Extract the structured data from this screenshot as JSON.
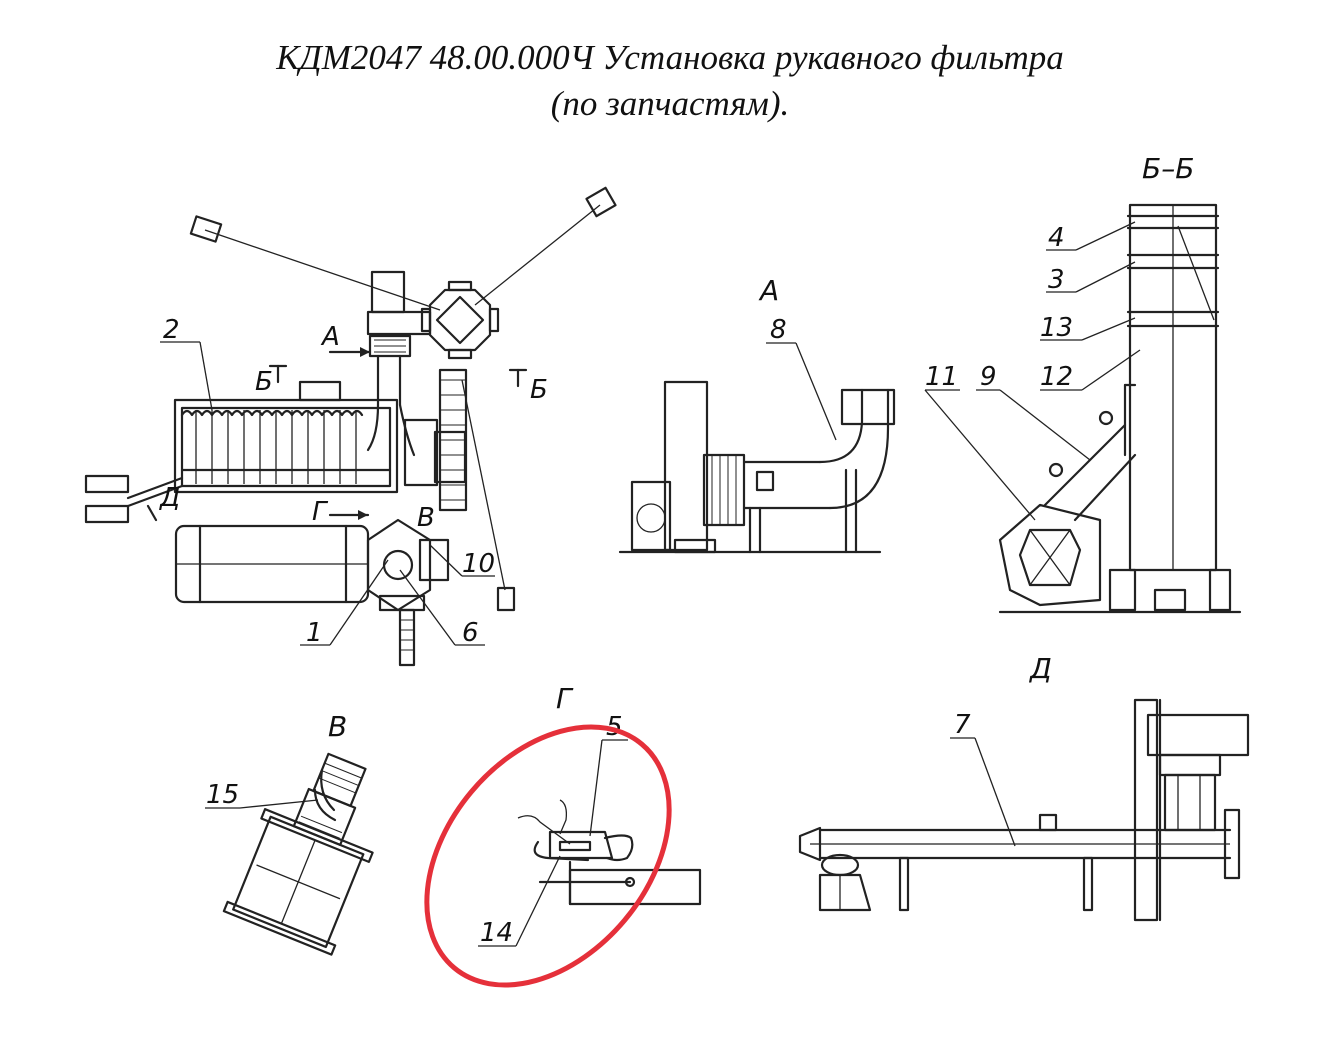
{
  "title": {
    "line1": "КДМ2047 48.00.000Ч Установка рукавного фильтра",
    "line2": "(по запчастям)."
  },
  "view_labels": {
    "a_main": "А",
    "b_left": "Б",
    "b_right": "Б",
    "v_main": "В",
    "g_main": "Г",
    "d_main": "Д",
    "view_a": "А",
    "view_bb": "Б–Б",
    "view_v": "В",
    "view_g": "Г",
    "view_d": "Д"
  },
  "callouts": {
    "c1": "1",
    "c2": "2",
    "c3": "3",
    "c4": "4",
    "c5": "5",
    "c6": "6",
    "c7": "7",
    "c8": "8",
    "c9": "9",
    "c10": "10",
    "c11": "11",
    "c12": "12",
    "c13": "13",
    "c14": "14",
    "c15": "15"
  },
  "colors": {
    "line": "#222222",
    "highlight": "#e5303a"
  }
}
